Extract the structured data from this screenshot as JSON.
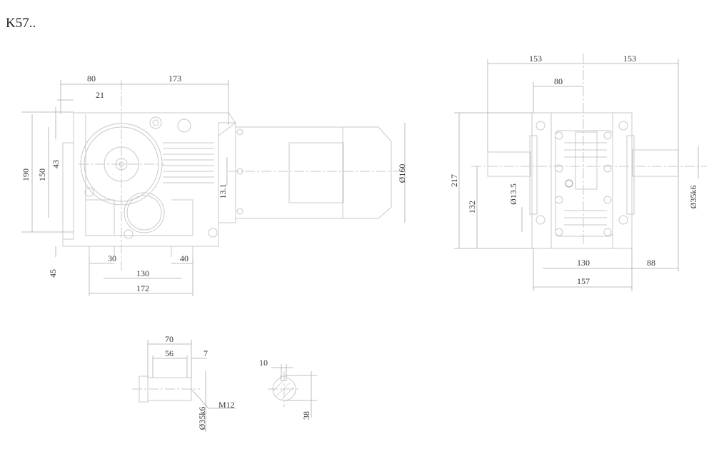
{
  "title": "K57..",
  "side_view": {
    "dims": {
      "d80": "80",
      "d173": "173",
      "d21": "21",
      "d190": "190",
      "d150": "150",
      "d43": "43",
      "d13_1": "13.1",
      "d160": "Ø160",
      "d30": "30",
      "d40": "40",
      "d130": "130",
      "d172": "172",
      "d45": "45"
    }
  },
  "front_view": {
    "dims": {
      "d153a": "153",
      "d153b": "153",
      "d80": "80",
      "d217": "217",
      "d132": "132",
      "d13_5": "Ø13.5",
      "d35k6": "Ø35k6",
      "d130": "130",
      "d88": "88",
      "d157": "157"
    }
  },
  "shaft_detail": {
    "dims": {
      "d70": "70",
      "d56": "56",
      "d7": "7",
      "thread": "M12",
      "d35k6": "Ø35k6"
    }
  },
  "key_section": {
    "dims": {
      "d10": "10",
      "d38": "38"
    }
  }
}
